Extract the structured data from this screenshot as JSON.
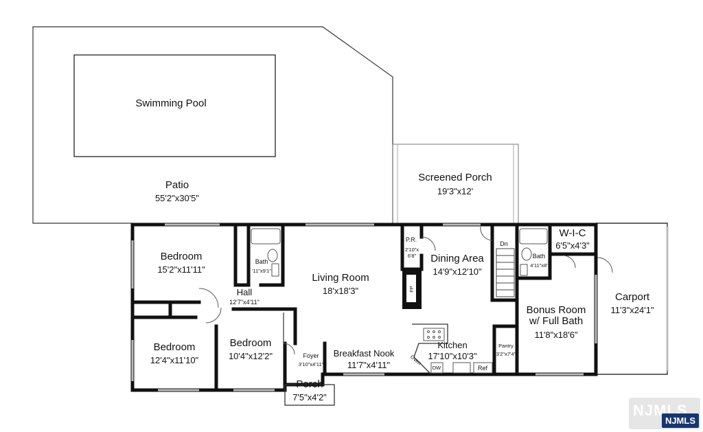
{
  "rooms": {
    "pool": {
      "name": "Swimming Pool"
    },
    "patio": {
      "name": "Patio",
      "dims": "55'2\"x30'5\""
    },
    "screened_porch": {
      "name": "Screened Porch",
      "dims": "19'3\"x12'"
    },
    "bedroom1": {
      "name": "Bedroom",
      "dims": "15'2\"x11'11\""
    },
    "bath1": {
      "name": "Bath",
      "dims": "'11\"x9'1\""
    },
    "hall": {
      "name": "Hall",
      "dims": "12'7\"x4'11\""
    },
    "living": {
      "name": "Living Room",
      "dims": "18'x18'3\""
    },
    "pr": {
      "name": "P.R.",
      "dims_line1": "2'10\"x",
      "dims_line2": "6'8\""
    },
    "fp": {
      "name": "FP"
    },
    "dining": {
      "name": "Dining Area",
      "dims": "14'9\"x12'10\""
    },
    "dn": {
      "name": "Dn"
    },
    "bath2": {
      "name": "Bath",
      "dims": "4'11\"x8'"
    },
    "wic": {
      "name": "W-I-C",
      "dims": "6'5\"x4'3\""
    },
    "carport": {
      "name": "Carport",
      "dims": "11'3\"x24'1\""
    },
    "bonus": {
      "name_line1": "Bonus Room",
      "name_line2": "w/ Full Bath",
      "dims": "11'8\"x18'6\""
    },
    "bedroom2": {
      "name": "Bedroom",
      "dims": "12'4\"x11'10\""
    },
    "bedroom3": {
      "name": "Bedroom",
      "dims": "10'4\"x12'2\""
    },
    "foyer": {
      "name": "Foyer",
      "dims": "3'10\"x4'11\""
    },
    "breakfast": {
      "name": "Breakfast Nook",
      "dims": "11'7\"x4'11\""
    },
    "kitchen": {
      "name": "Kitchen",
      "dims": "17'10\"x10'3\""
    },
    "oven": {
      "name": "Oven"
    },
    "dw": {
      "name": "DW"
    },
    "ref": {
      "name": "Ref"
    },
    "pantry": {
      "name": "Pantry",
      "dims": "3'2\"x7'4\""
    },
    "porch": {
      "name": "Porch",
      "dims": "7'5\"x4'2\""
    }
  },
  "watermark": {
    "text": "NJMLS"
  },
  "colors": {
    "wall": "#111111",
    "outline": "#444444",
    "watermark_bg": "#17366e"
  }
}
